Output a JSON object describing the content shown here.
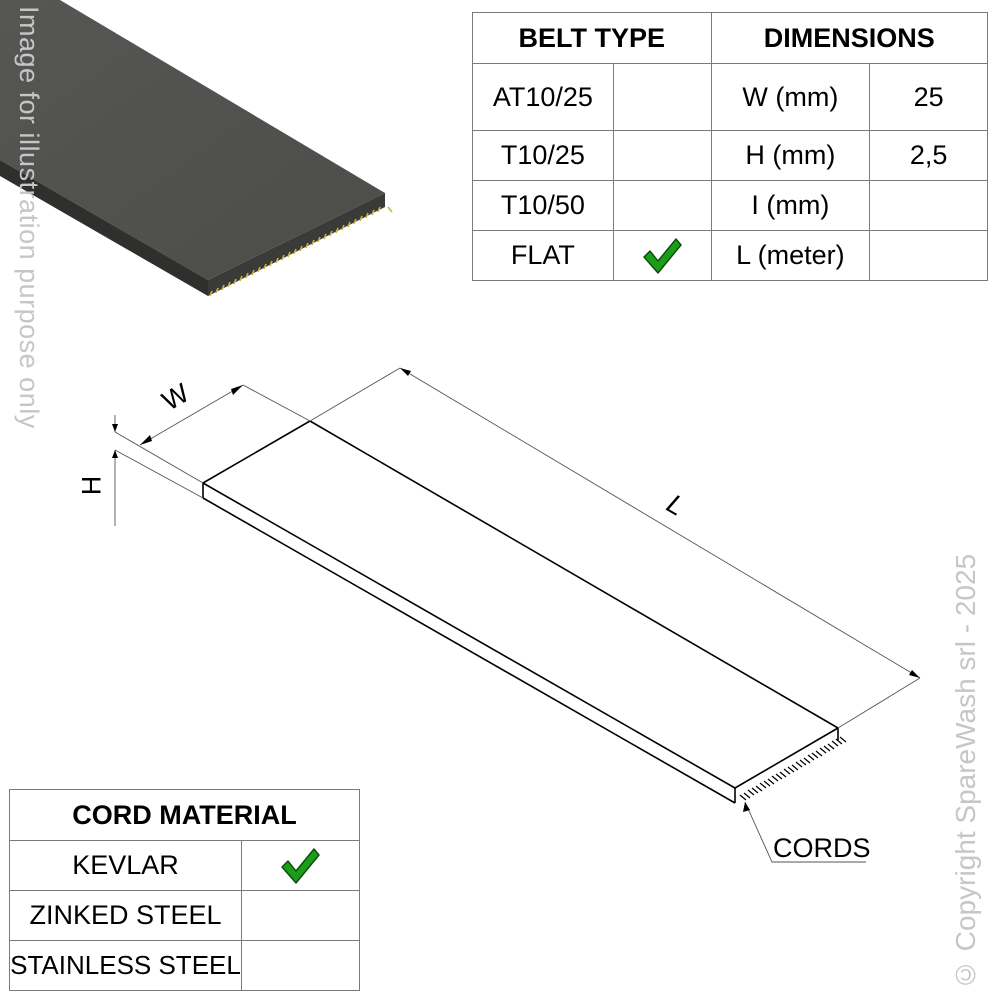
{
  "watermarks": {
    "left": "Image for illustration purpose only",
    "right": "© Copyright SpareWash srl - 2025"
  },
  "belt_table": {
    "header_belt_type": "BELT TYPE",
    "header_dimensions": "DIMENSIONS",
    "rows": [
      {
        "type": "AT10/25",
        "selected": false,
        "dim_label": "W (mm)",
        "dim_value": "25"
      },
      {
        "type": "T10/25",
        "selected": false,
        "dim_label": "H (mm)",
        "dim_value": "2,5"
      },
      {
        "type": "T10/50",
        "selected": false,
        "dim_label": "I (mm)",
        "dim_value": ""
      },
      {
        "type": "FLAT",
        "selected": true,
        "dim_label": "L (meter)",
        "dim_value": ""
      }
    ]
  },
  "cord_table": {
    "header": "CORD MATERIAL",
    "rows": [
      {
        "material": "KEVLAR",
        "selected": true
      },
      {
        "material": "ZINKED STEEL",
        "selected": false
      },
      {
        "material": "STAINLESS STEEL",
        "selected": false
      }
    ]
  },
  "drawing": {
    "dim_w": "W",
    "dim_h": "H",
    "dim_l": "L",
    "cords_label": "CORDS"
  },
  "colors": {
    "check_green": "#1a9e1a",
    "belt_photo": "#4f4f4d",
    "cord_gold": "#c9b53a",
    "border": "#7a7a7a",
    "watermark": "#c6c6c6"
  }
}
